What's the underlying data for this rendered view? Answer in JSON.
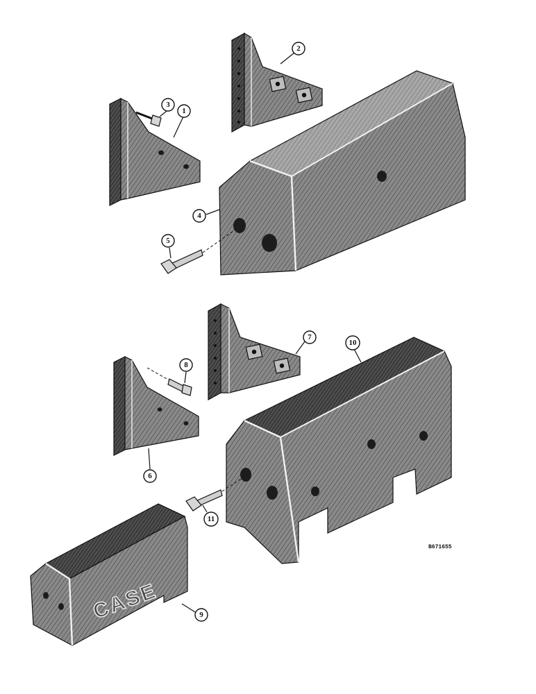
{
  "callouts": {
    "c1": "1",
    "c2": "2",
    "c3": "3",
    "c4": "4",
    "c5": "5",
    "c6": "6",
    "c7": "7",
    "c8": "8",
    "c9": "9",
    "c10": "10",
    "c11": "11"
  },
  "reference_number": "B671655",
  "weight_logo": "CASE"
}
